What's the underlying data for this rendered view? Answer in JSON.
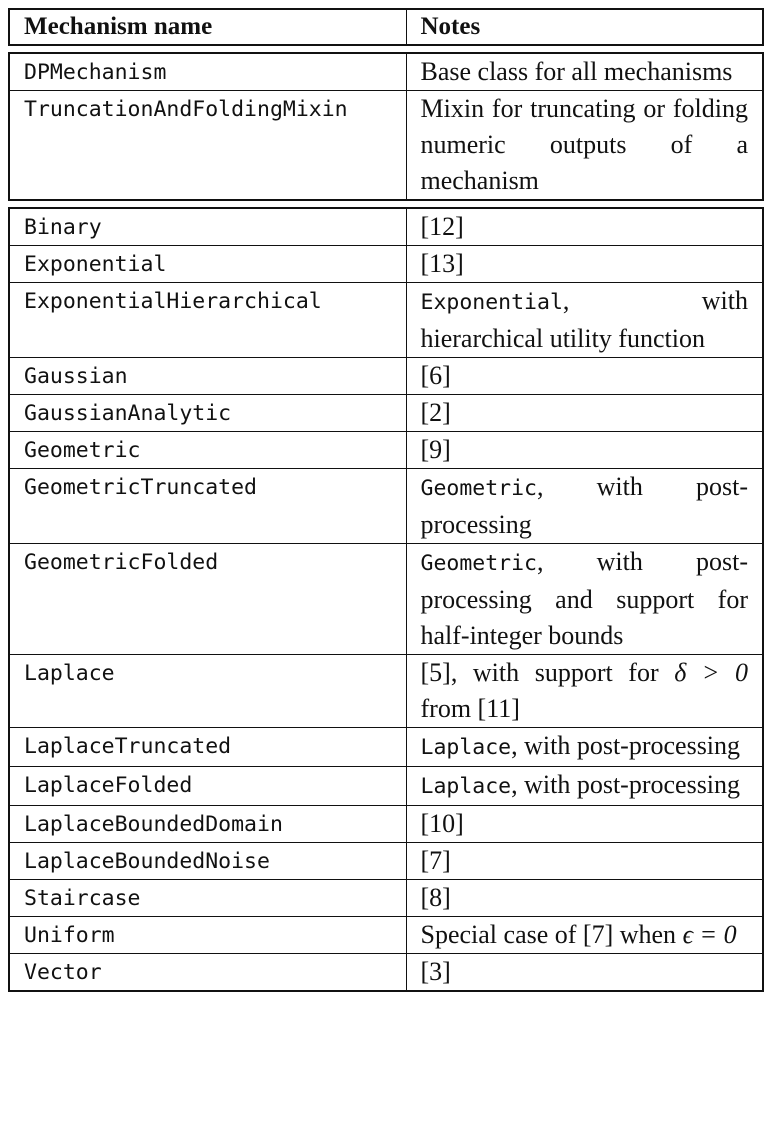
{
  "header": {
    "col1": "Mechanism name",
    "col2": "Notes"
  },
  "base_rows": [
    {
      "name": "DPMechanism",
      "note": "Base class for all mechanisms"
    },
    {
      "name": "TruncationAndFoldingMixin",
      "note": "Mixin for truncating or folding numeric outputs of a mechanism"
    }
  ],
  "mechanism_rows": [
    {
      "name": "Binary",
      "note": "[12]"
    },
    {
      "name": "Exponential",
      "note": "[13]"
    },
    {
      "name": "ExponentialHierarchical",
      "note_code": "Exponential",
      "note": ", with hierarchical utility function"
    },
    {
      "name": "Gaussian",
      "note": "[6]"
    },
    {
      "name": "GaussianAnalytic",
      "note": "[2]"
    },
    {
      "name": "Geometric",
      "note": "[9]"
    },
    {
      "name": "GeometricTruncated",
      "note_code": "Geometric",
      "note": ", with post-processing"
    },
    {
      "name": "GeometricFolded",
      "note_code": "Geometric",
      "note": ", with post-processing and support for half-integer bounds"
    },
    {
      "name": "Laplace",
      "note": "[5], with support for ",
      "note_math": "δ > 0",
      "note_tail": " from [11]"
    },
    {
      "name": "LaplaceTruncated",
      "note_code": "Laplace",
      "note": ", with post-processing"
    },
    {
      "name": "LaplaceFolded",
      "note_code": "Laplace",
      "note": ", with post-processing"
    },
    {
      "name": "LaplaceBoundedDomain",
      "note": "[10]"
    },
    {
      "name": "LaplaceBoundedNoise",
      "note": "[7]"
    },
    {
      "name": "Staircase",
      "note": "[8]"
    },
    {
      "name": "Uniform",
      "note": "Special case of [7] when ",
      "note_math": "ϵ = 0"
    },
    {
      "name": "Vector",
      "note": "[3]"
    }
  ]
}
